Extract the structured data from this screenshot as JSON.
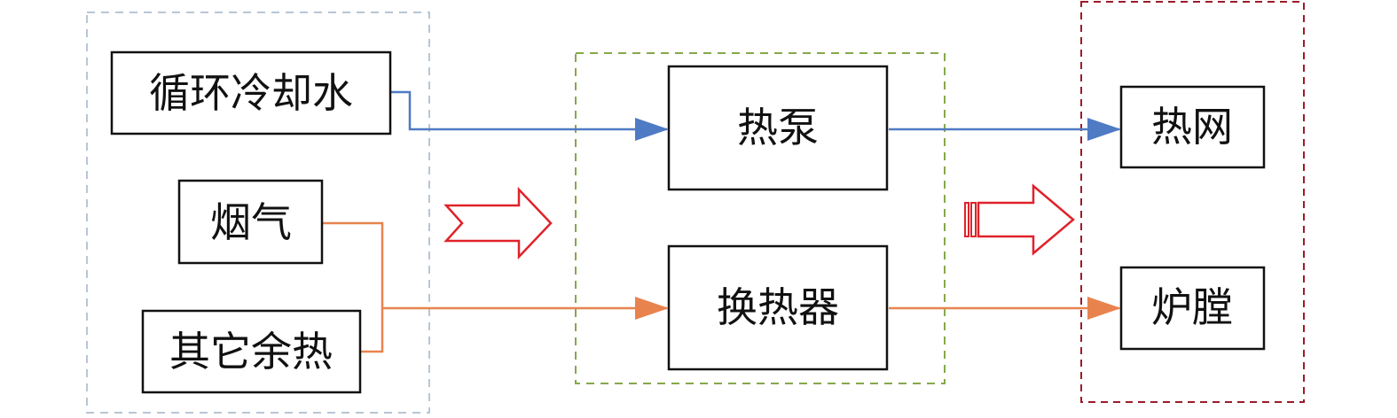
{
  "colors": {
    "source_group": "#b7c6d6",
    "device_group": "#86a84a",
    "sink_group": "#9b1c2a",
    "flow_blue": "#4f7ac4",
    "flow_orange": "#e8834e",
    "big_arrow": "#e0222a",
    "box_stroke": "#111111"
  },
  "nodes": {
    "cooling_water": "循环冷却水",
    "flue_gas": "烟气",
    "other_waste_heat": "其它余热",
    "heat_pump": "热泵",
    "heat_exchanger": "换热器",
    "heat_network": "热网",
    "furnace": "炉膛"
  }
}
